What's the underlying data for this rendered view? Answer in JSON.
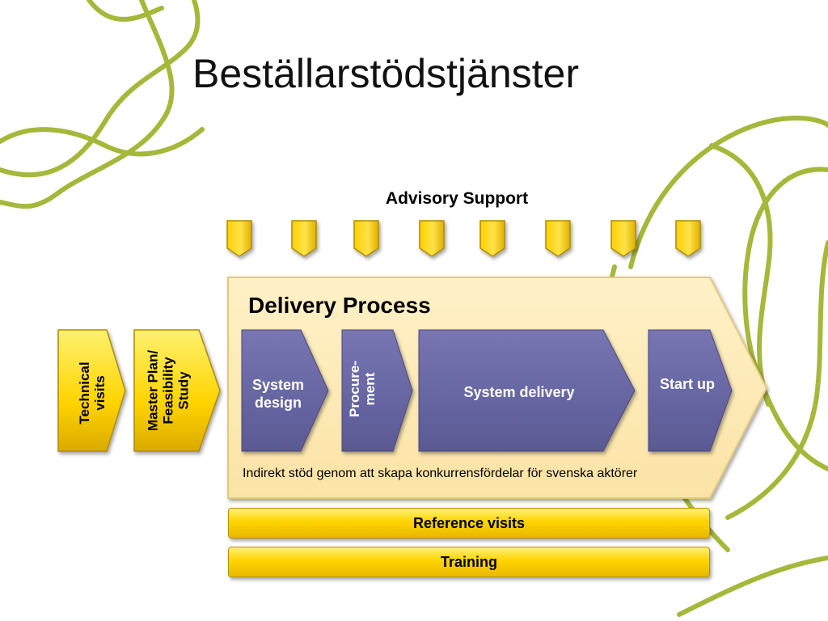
{
  "title": "Beställarstödstjänster",
  "advisory_support": {
    "label": "Advisory Support",
    "marker_count": 8
  },
  "pre_phases": [
    {
      "label": "Technical visits",
      "lines": [
        "Technical",
        "visits"
      ]
    },
    {
      "label": "Master Plan/ Feasibility Study",
      "lines": [
        "Master Plan/",
        "Feasibility",
        "Study"
      ]
    }
  ],
  "delivery_process": {
    "title": "Delivery Process",
    "steps": [
      {
        "label": "System design",
        "lines": [
          "System",
          "design"
        ]
      },
      {
        "label": "Procure-ment",
        "lines": [
          "Procure-",
          "ment"
        ]
      },
      {
        "label": "System delivery"
      },
      {
        "label": "Start up"
      }
    ],
    "note": "Indirekt stöd genom att skapa konkurrensfördelar för svenska aktörer"
  },
  "bottom_bars": [
    {
      "label": "Reference visits"
    },
    {
      "label": "Training"
    }
  ],
  "colors": {
    "yellow": "#ffd000",
    "yellow_dark": "#c9a000",
    "purple": "#6b6aa6",
    "purple_dark": "#4b4a80",
    "process_bg": "#fde9b5",
    "vine": "#a5b83a"
  }
}
